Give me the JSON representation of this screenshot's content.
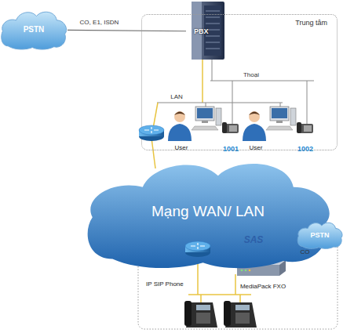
{
  "diagram": {
    "nodes": [
      {
        "text": [
          "PSTN"
        ]
      },
      {
        "text": [
          "Trung tâm"
        ]
      },
      {
        "text": [
          "PBX"
        ],
        "in": 1
      },
      {
        "text": [
          "User"
        ],
        "in": 1
      },
      {
        "text": [
          "1001"
        ],
        "in": 1
      },
      {
        "text": [
          "User"
        ],
        "in": 1
      },
      {
        "text": [
          "1002"
        ],
        "in": 1
      },
      {
        "text": [
          "Mạng WAN/ LAN"
        ]
      },
      {
        "text": [
          "PSTN"
        ]
      },
      {
        "text": [
          "MediaPack FXO"
        ]
      },
      {
        "text": [
          "IP SIP Phone"
        ]
      }
    ],
    "edges": [
      {
        "from": 0,
        "to": 2,
        "label": "CO, E1, ISDN",
        "arrow": "none"
      },
      {
        "from": 9,
        "to": 8,
        "label": "CO",
        "arrow": "none"
      }
    ],
    "labels": [
      "Thoại",
      "LAN",
      "SAS"
    ]
  }
}
